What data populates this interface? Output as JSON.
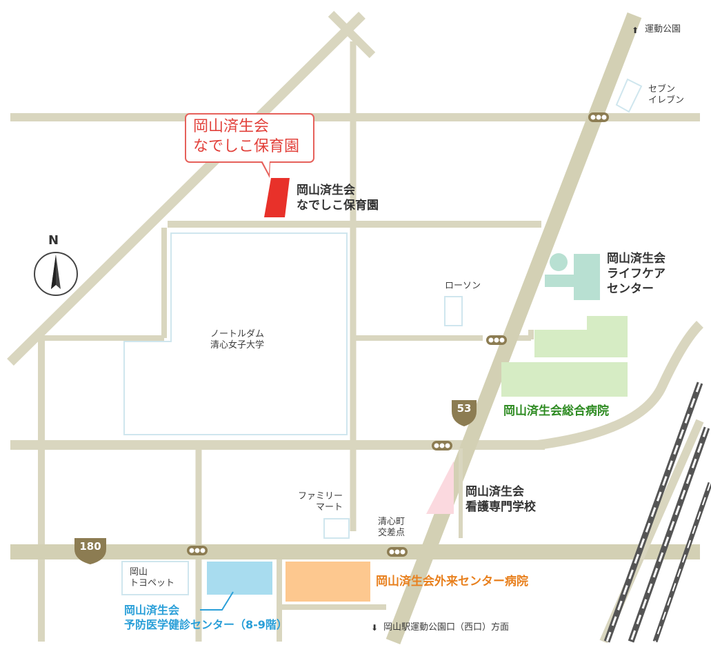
{
  "colors": {
    "road": "#d9d6bf",
    "road_major": "#d3d0b4",
    "building_red": "#e8312a",
    "lifecare_mint": "#b8e0d2",
    "hospital_green": "#d6ecc4",
    "school_pink": "#fbd9df",
    "center_blue": "#a8dcef",
    "outpatient_orange": "#fdc88f",
    "label_green": "#2e8b22",
    "label_orange": "#e8801e",
    "label_blue": "#2a9fd8",
    "callout_red": "#e2403a",
    "route_badge": "#8c7c52"
  },
  "callout": {
    "line1": "岡山済生会",
    "line2": "なでしこ保育園"
  },
  "labels": {
    "target_line1": "岡山済生会",
    "target_line2": "なでしこ保育園",
    "undokoen": "運動公園",
    "seven_line1": "セブン",
    "seven_line2": "イレブン",
    "lawson": "ローソン",
    "lifecare_line1": "岡山済生会",
    "lifecare_line2": "ライフケア",
    "lifecare_line3": "センター",
    "university_line1": "ノートルダム",
    "university_line2": "清心女子大学",
    "general_hospital": "岡山済生会総合病院",
    "nursing_line1": "岡山済生会",
    "nursing_line2": "看護専門学校",
    "familymart_line1": "ファミリー",
    "familymart_line2": "マート",
    "intersection_line1": "清心町",
    "intersection_line2": "交差点",
    "toyopet_line1": "岡山",
    "toyopet_line2": "トヨペット",
    "outpatient": "岡山済生会外来センター病院",
    "checkup_line1": "岡山済生会",
    "checkup_line2": "予防医学健診センター（8-9階）",
    "station_direction": "岡山駅運動公園口（西口）方面",
    "north": "N"
  },
  "routes": {
    "r53": "53",
    "r180": "180"
  },
  "icons": {
    "traffic_signal": "traffic-signal-icon",
    "compass": "compass-icon",
    "arrow_up": "arrow-up-icon",
    "arrow_down": "arrow-down-icon"
  }
}
